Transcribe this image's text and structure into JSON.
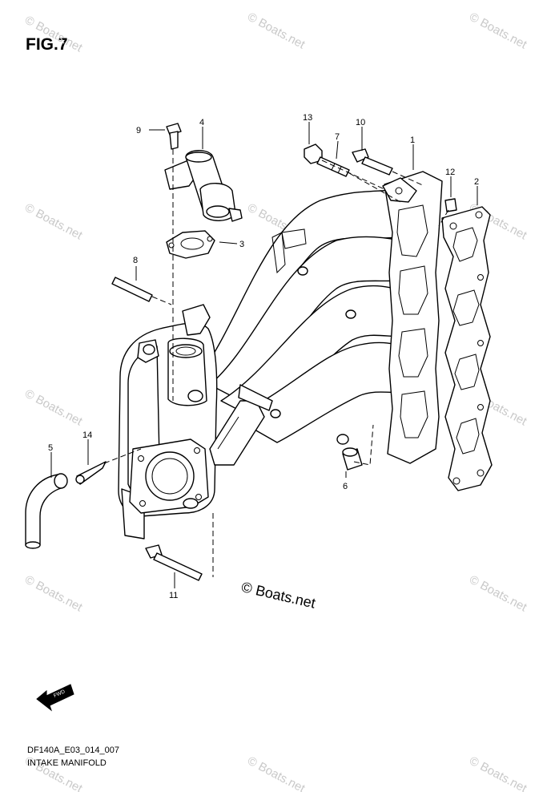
{
  "figure_label": "FIG.7",
  "diagram_code": "DF140A_E03_014_007",
  "caption": "INTAKE MANIFOLD",
  "watermark_text": "© Boats.net",
  "center_watermark": "© Boats.net",
  "fwd_label": "FWD",
  "callouts": [
    {
      "id": "c1",
      "label": "1"
    },
    {
      "id": "c2",
      "label": "2"
    },
    {
      "id": "c3",
      "label": "3"
    },
    {
      "id": "c4",
      "label": "4"
    },
    {
      "id": "c5",
      "label": "5"
    },
    {
      "id": "c6",
      "label": "6"
    },
    {
      "id": "c7",
      "label": "7"
    },
    {
      "id": "c8",
      "label": "8"
    },
    {
      "id": "c9",
      "label": "9"
    },
    {
      "id": "c10",
      "label": "10"
    },
    {
      "id": "c11",
      "label": "11"
    },
    {
      "id": "c12",
      "label": "12"
    },
    {
      "id": "c13",
      "label": "13"
    },
    {
      "id": "c14",
      "label": "14"
    }
  ]
}
